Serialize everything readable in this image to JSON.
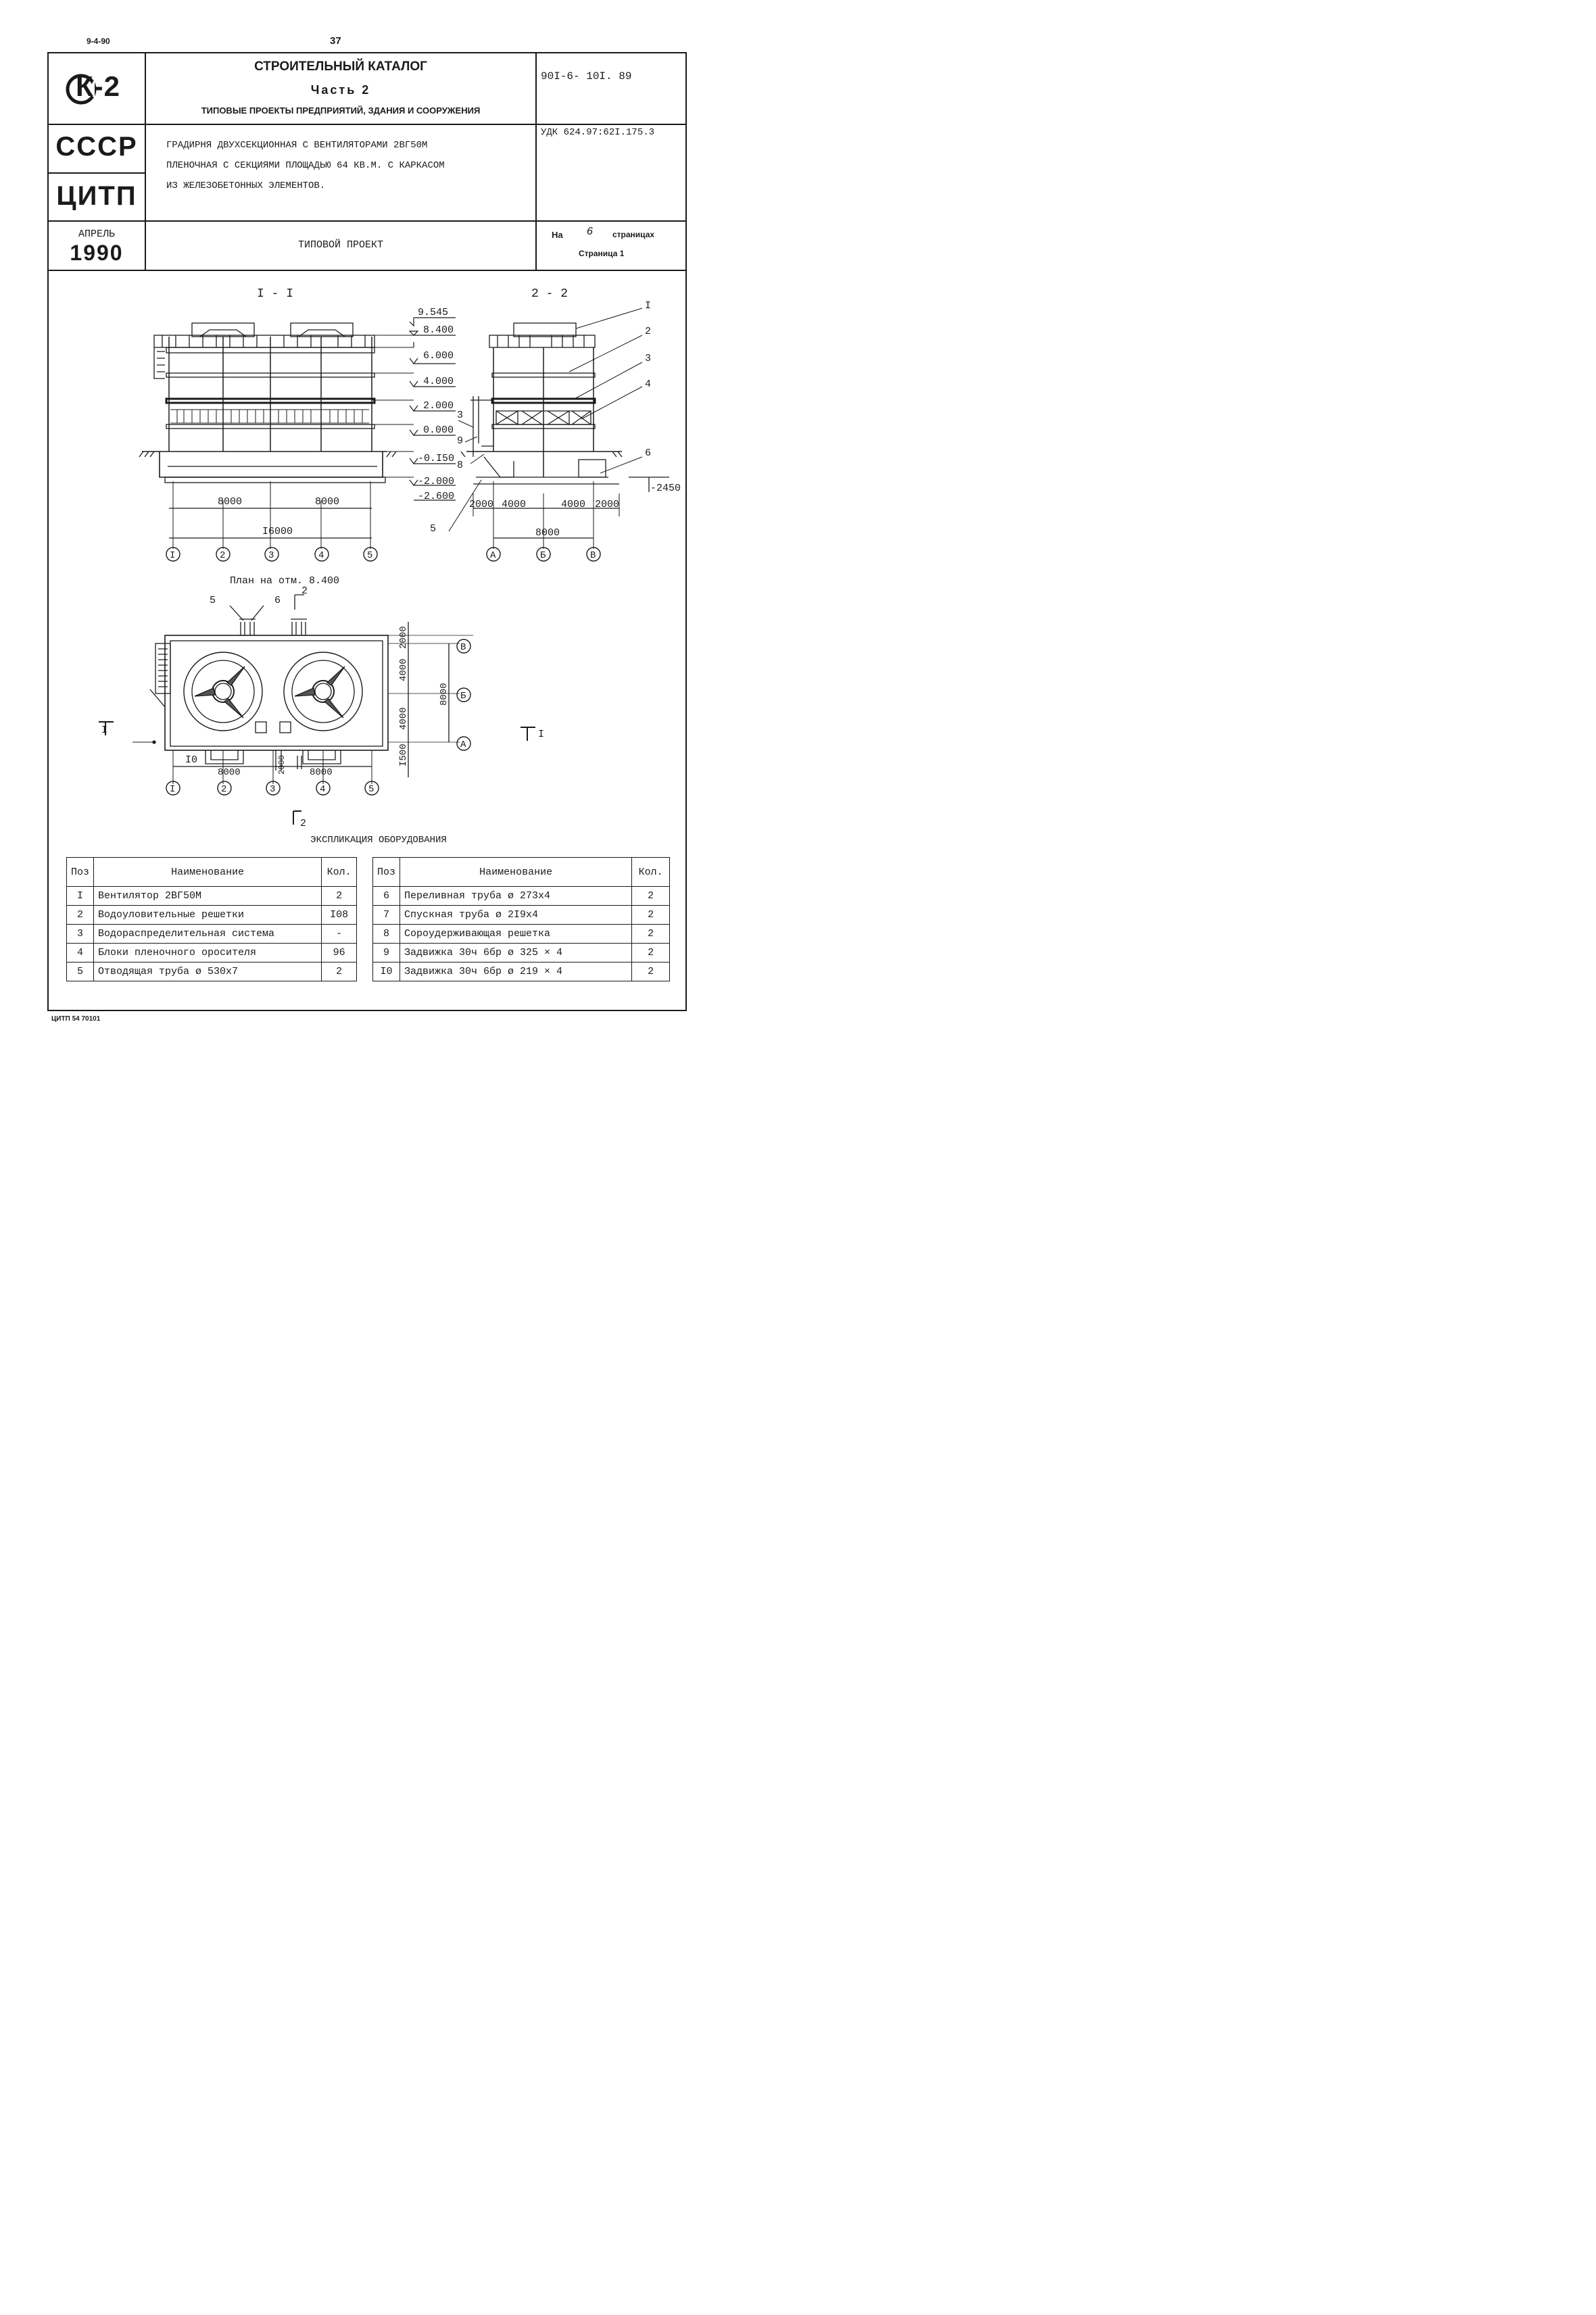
{
  "header": {
    "top_left_code": "9-4-90",
    "page_number": "37",
    "logo_text": "К-2",
    "catalog_title": "СТРОИТЕЛЬНЫЙ КАТАЛОГ",
    "part": "Часть 2",
    "subtitle": "ТИПОВЫЕ ПРОЕКТЫ ПРЕДПРИЯТИЙ, ЗДАНИЯ И СООРУЖЕНИЯ",
    "project_code": "90I-6- 10I. 89",
    "ussr": "СССР",
    "citp": "ЦИТП",
    "udk": "УДК 624.97:62I.175.3",
    "description_lines": [
      "ГРАДИРНЯ ДВУХСЕКЦИОННАЯ С ВЕНТИЛЯТОРАМИ 2ВГ50М",
      "ПЛЕНОЧНАЯ С СЕКЦИЯМИ ПЛОЩАДЬЮ 64 КВ.М. С КАРКАСОМ",
      "ИЗ ЖЕЛЕЗОБЕТОННЫХ ЭЛЕМЕНТОВ."
    ],
    "month": "АПРЕЛЬ",
    "year": "1990",
    "project_type": "ТИПОВОЙ ПРОЕКТ",
    "pages_prefix": "На",
    "pages_count": "6",
    "pages_suffix": "страницах",
    "page_label": "Страница 1"
  },
  "drawing": {
    "section1_title": "I - I",
    "section2_title": "2 - 2",
    "elevations": [
      "9.545",
      "8.400",
      "6.000",
      "4.000",
      "2.000",
      "0.000",
      "-0.I50",
      "-2.000",
      "-2.600"
    ],
    "elev_right": "-2450",
    "dims_section1": [
      "8000",
      "8000",
      "I6000"
    ],
    "dims_section2": [
      "2000",
      "4000",
      "4000",
      "2000",
      "8000"
    ],
    "axes_numeric": [
      "I",
      "2",
      "3",
      "4",
      "5"
    ],
    "axes_letter": [
      "А",
      "Б",
      "В"
    ],
    "callouts_section2": [
      "I",
      "2",
      "3",
      "4",
      "6"
    ],
    "callouts_mid": [
      "3",
      "9",
      "8",
      "5"
    ],
    "plan_title": "План на отм. 8.400",
    "plan_callouts": [
      "5",
      "6",
      "2",
      "I0"
    ],
    "plan_dims_right": [
      "2000",
      "4000",
      "4000",
      "I500",
      "8000"
    ],
    "plan_dims_bottom": [
      "8000",
      "2000",
      "8000"
    ],
    "section_mark_left": "I",
    "section_mark_right": "I",
    "section_mark_bottom": "2"
  },
  "table": {
    "title": "ЭКСПЛИКАЦИЯ ОБОРУДОВАНИЯ",
    "headers": [
      "Поз",
      "Наименование",
      "Кол."
    ],
    "left_rows": [
      [
        "I",
        "Вентилятор 2ВГ50М",
        "2"
      ],
      [
        "2",
        "Водоуловительные решетки",
        "I08"
      ],
      [
        "3",
        "Водораспределительная система",
        "-"
      ],
      [
        "4",
        "Блоки пленочного оросителя",
        "96"
      ],
      [
        "5",
        "Отводящая труба ø 530х7",
        "2"
      ]
    ],
    "right_rows": [
      [
        "6",
        "Переливная труба ø 273х4",
        "2"
      ],
      [
        "7",
        "Спускная труба ø 2I9х4",
        "2"
      ],
      [
        "8",
        "Сороудерживающая решетка",
        "2"
      ],
      [
        "9",
        "Задвижка 30ч 6бр ø 325 × 4",
        "2"
      ],
      [
        "I0",
        "Задвижка 30ч 6бр ø 219 × 4",
        "2"
      ]
    ]
  },
  "footer": {
    "code": "ЦИТП 54 70101"
  }
}
